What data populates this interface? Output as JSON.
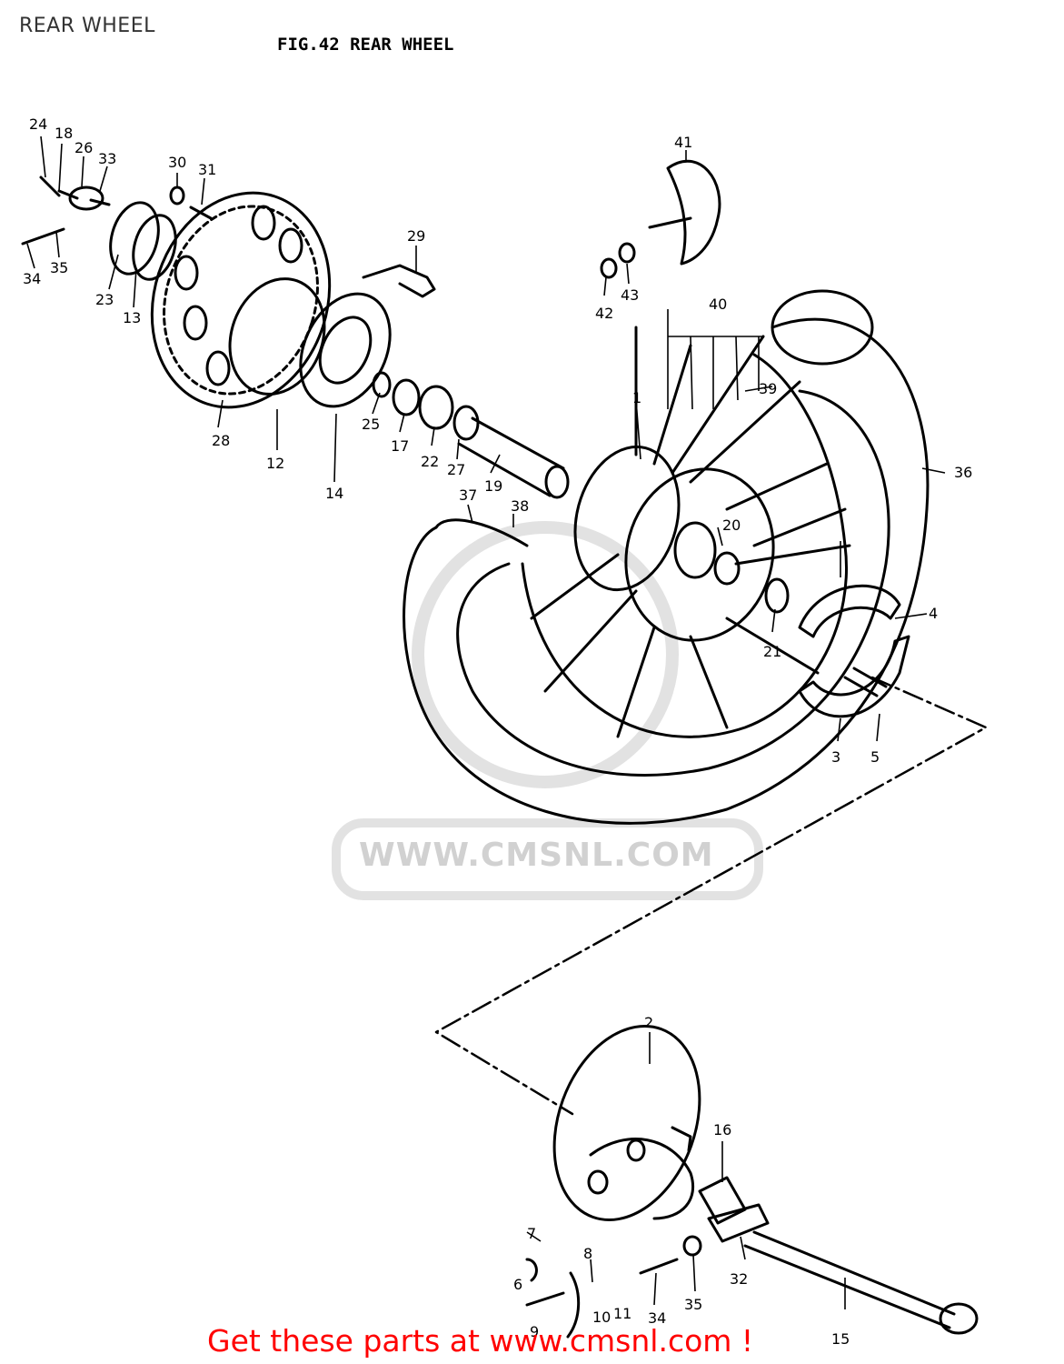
{
  "header": {
    "page_title": "REAR WHEEL"
  },
  "diagram": {
    "fig_title": "FIG.42  REAR WHEEL",
    "watermark": "WWW.CMSNL.COM",
    "part_numbers": [
      "24",
      "18",
      "26",
      "33",
      "30",
      "31",
      "34",
      "35",
      "23",
      "13",
      "29",
      "41",
      "42",
      "43",
      "40",
      "39",
      "28",
      "12",
      "14",
      "25",
      "17",
      "22",
      "27",
      "19",
      "1",
      "37",
      "38",
      "20",
      "36",
      "3",
      "4",
      "21",
      "5",
      "2",
      "16",
      "7",
      "8",
      "6",
      "9",
      "10",
      "11",
      "34",
      "35",
      "32",
      "15"
    ]
  },
  "footer": {
    "text": "Get these parts at www.cmsnl.com !"
  },
  "colors": {
    "line": "#000000",
    "footer_text": "#ff0000",
    "watermark": "#c9c9c9"
  }
}
